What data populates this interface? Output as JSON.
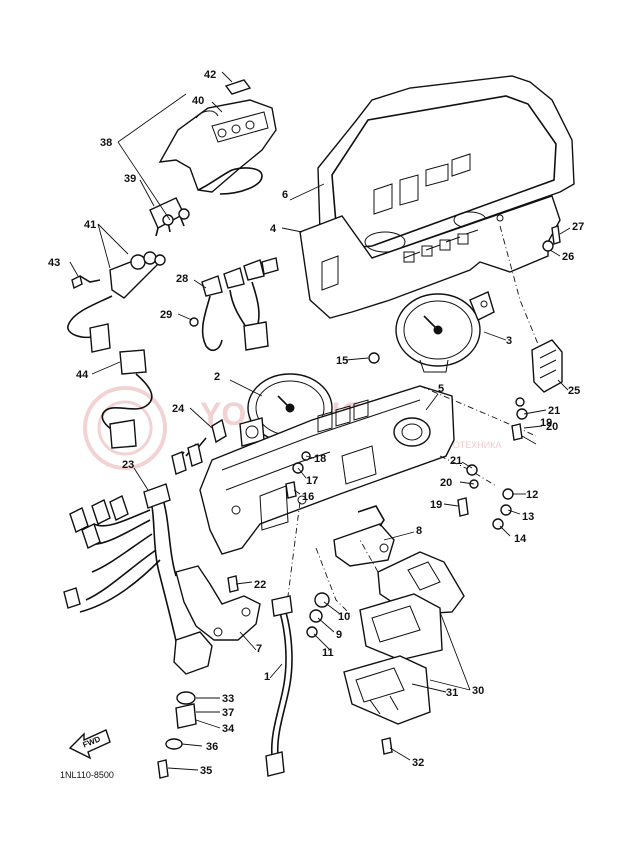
{
  "diagram": {
    "part_number": "1NL110-8500",
    "forward_label": "FWD",
    "watermark": {
      "text": "YOMASHOP.RU",
      "subtext": "ЯПОНСКАЯ МОТОТЕХНИКА"
    },
    "callouts": [
      "1",
      "2",
      "3",
      "4",
      "5",
      "6",
      "7",
      "8",
      "9",
      "10",
      "11",
      "12",
      "13",
      "14",
      "15",
      "16",
      "17",
      "18",
      "19",
      "19",
      "20",
      "20",
      "21",
      "21",
      "22",
      "23",
      "24",
      "25",
      "26",
      "27",
      "28",
      "29",
      "30",
      "31",
      "32",
      "33",
      "34",
      "35",
      "36",
      "37",
      "38",
      "39",
      "40",
      "41",
      "42",
      "43",
      "44"
    ]
  }
}
